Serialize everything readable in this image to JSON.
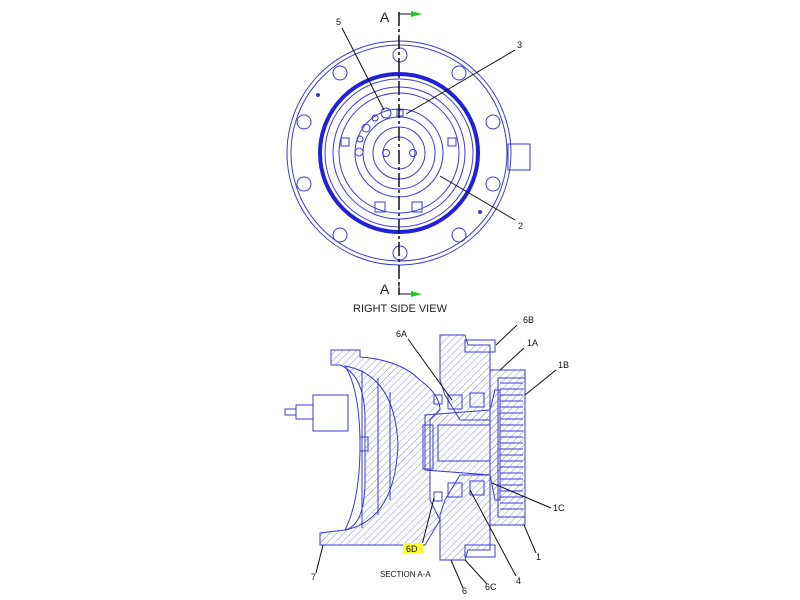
{
  "right_view": {
    "section_marker_top": "A",
    "section_marker_bottom": "A",
    "caption": "RIGHT SIDE VIEW",
    "callouts": [
      "5",
      "3",
      "2"
    ]
  },
  "section_view": {
    "caption": "SECTION A-A",
    "callouts": {
      "c6B": "6B",
      "c1A": "1A",
      "c1B": "1B",
      "c6A": "6A",
      "c1C": "1C",
      "c1": "1",
      "c4": "4",
      "c6C": "6C",
      "c6": "6",
      "c7": "7",
      "c6D": "6D"
    },
    "highlighted_callout": "6D"
  },
  "colors": {
    "line": "#3a3ad0",
    "ring": "#2020d8",
    "arrow": "#22cc22",
    "highlight": "#ffff33"
  }
}
